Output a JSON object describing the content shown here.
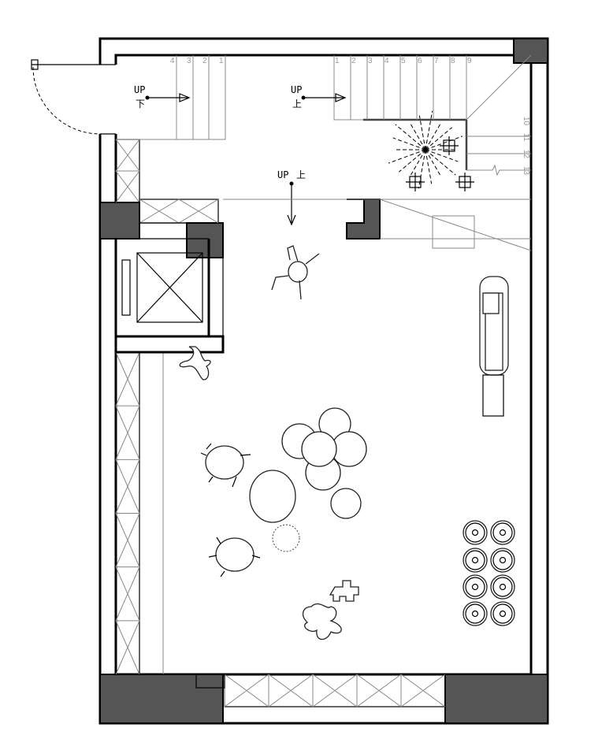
{
  "title": "Floor plan",
  "stairs": {
    "left": {
      "up_label": "UP",
      "cn_label": "下",
      "treads": [
        "4",
        "3",
        "2",
        "1"
      ]
    },
    "middle": {
      "up_label": "UP",
      "cn_label": "上",
      "treads": [
        "1",
        "2",
        "3",
        "4",
        "5",
        "6",
        "7",
        "8",
        "9"
      ]
    },
    "right_treads": [
      "10",
      "11",
      "12",
      "13"
    ],
    "lower": {
      "up_label": "UP",
      "cn_label": "上"
    }
  },
  "colors": {
    "wall_fill": "#555555",
    "line": "#000000",
    "tread_number": "#999999"
  }
}
